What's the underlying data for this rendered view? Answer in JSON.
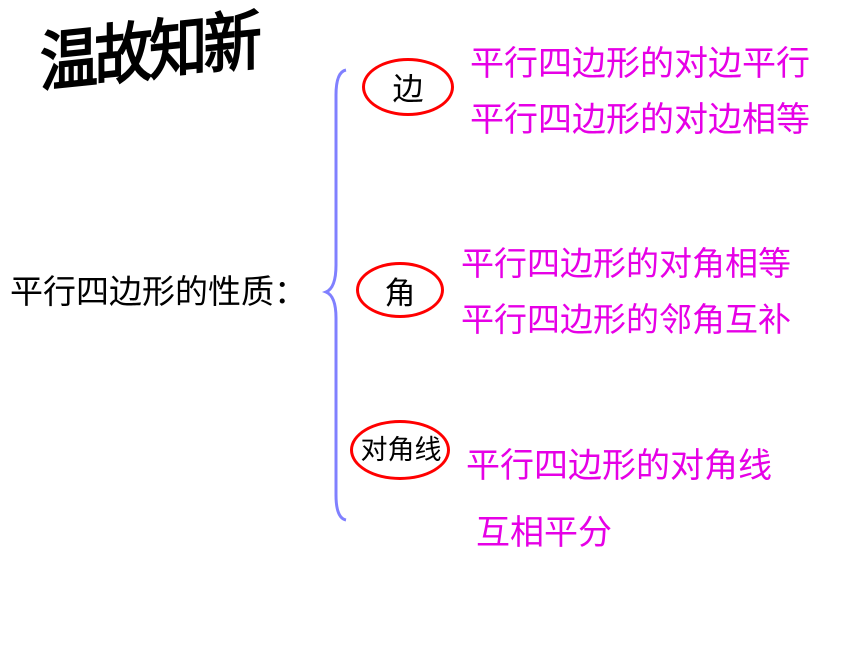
{
  "title": "温故知新",
  "main_label": "平行四边形的性质：",
  "categories": {
    "side": {
      "label": "边",
      "properties": [
        "平行四边形的对边平行",
        "平行四边形的对边相等"
      ]
    },
    "angle": {
      "label": "角",
      "properties": [
        "平行四边形的对角相等",
        "平行四边形的邻角互补"
      ]
    },
    "diagonal": {
      "label": "对角线",
      "properties": [
        "平行四边形的对角线",
        "互相平分"
      ]
    }
  },
  "colors": {
    "property_text": "#e600e6",
    "circle": "#ff0000",
    "brace": "#8080ff"
  }
}
